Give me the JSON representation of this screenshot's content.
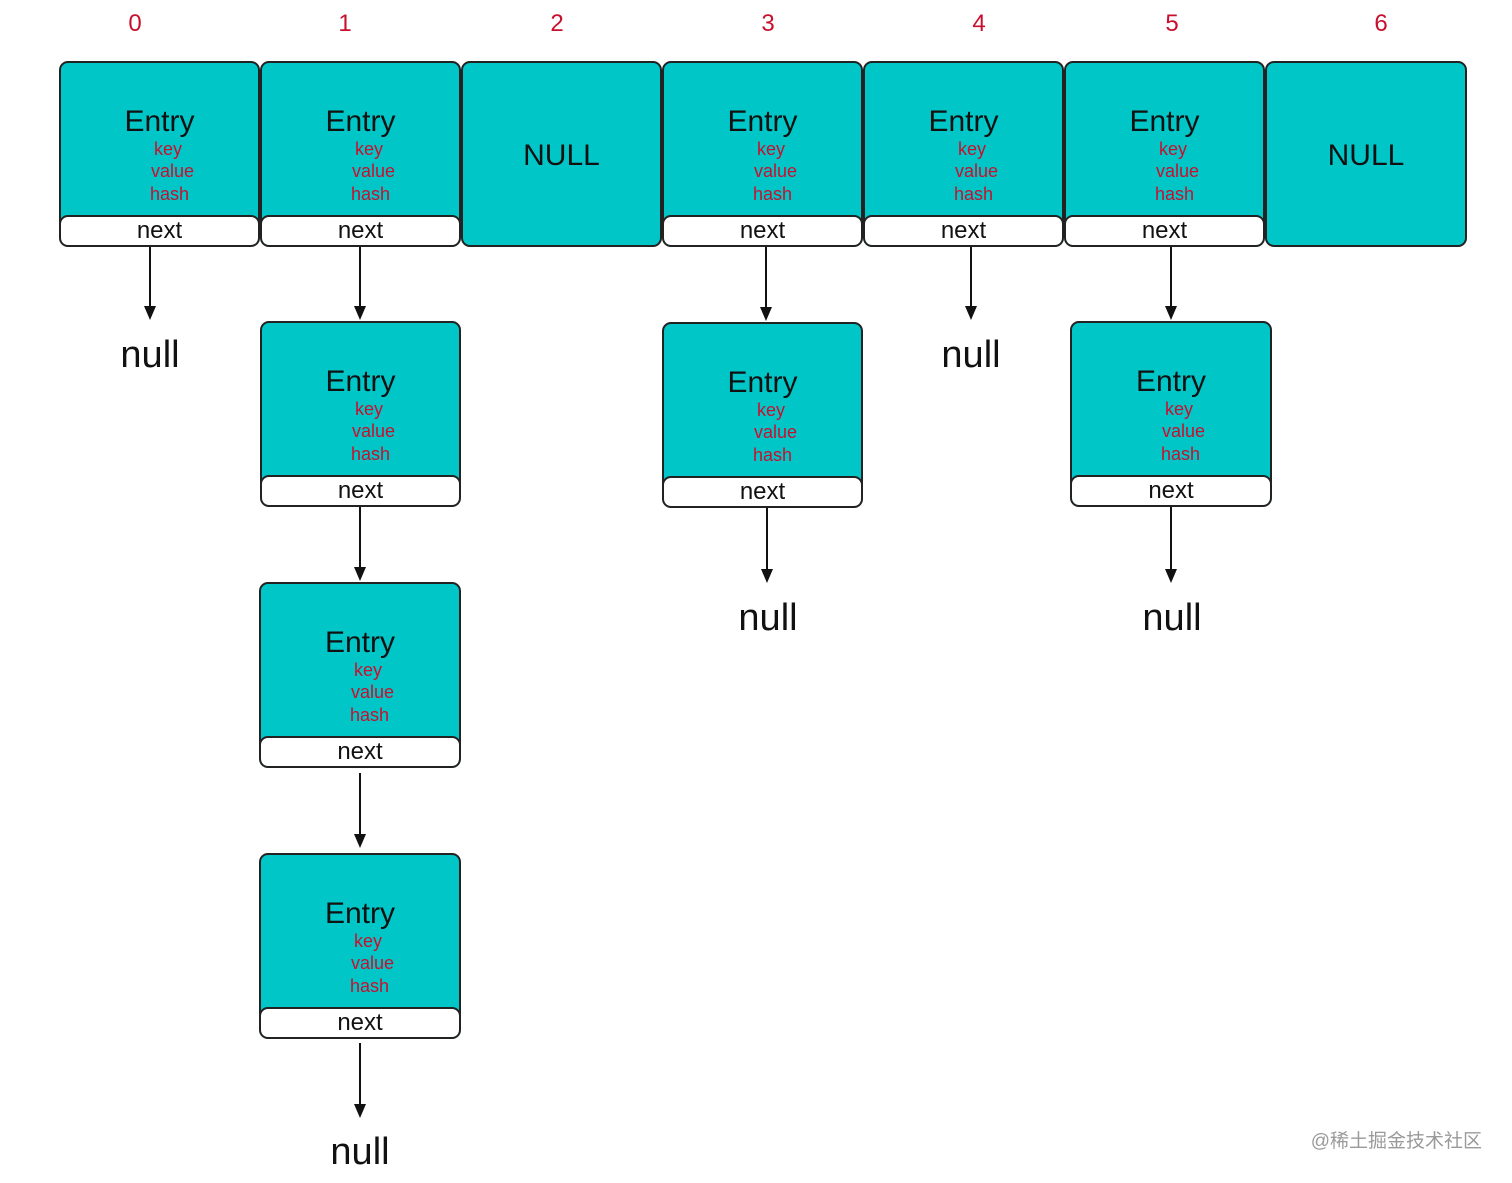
{
  "indices": [
    "0",
    "1",
    "2",
    "3",
    "4",
    "5",
    "6"
  ],
  "entry": {
    "title": "Entry",
    "key": "key",
    "value": "value",
    "hash": "hash",
    "next": "next"
  },
  "null_slot": "NULL",
  "null_end": "null",
  "watermark": "@稀土掘金技术社区",
  "colors": {
    "box_fill": "#00c6c8",
    "field_text": "#c8102e",
    "index_text": "#c8102e",
    "border": "#222222"
  }
}
